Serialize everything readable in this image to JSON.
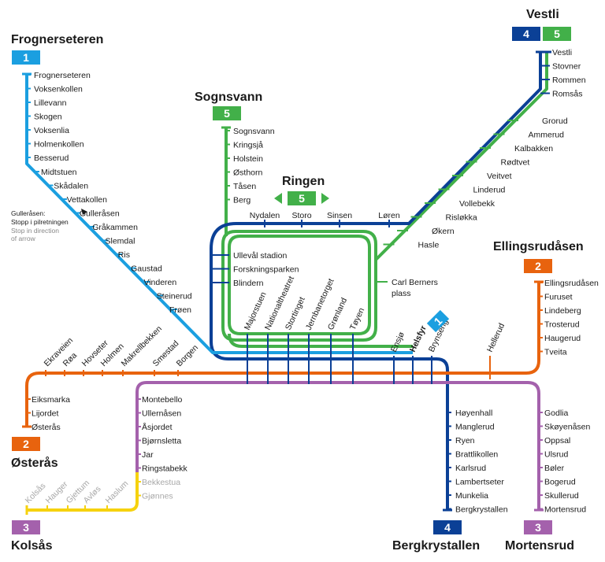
{
  "colors": {
    "line1": "#1b9fe0",
    "line2": "#e8630e",
    "line3": "#a461ac",
    "line4": "#0b4096",
    "line5": "#42b049",
    "line3_kolsas_branch": "#f6d20e",
    "disused_station_text": "#a8a8a8"
  },
  "terminals": {
    "frognerseteren": "Frognerseteren",
    "sognsvann": "Sognsvann",
    "ringen": "Ringen",
    "vestli": "Vestli",
    "ellingsrudasen": "Ellingsrudåsen",
    "osteras": "Østerås",
    "kolsas": "Kolsås",
    "bergkrystallen": "Bergkrystallen",
    "mortensrud": "Mortensrud"
  },
  "badges": {
    "frognerseteren": "1",
    "sognsvann": "5",
    "ringen": "5",
    "vestli_a": "4",
    "vestli_b": "5",
    "ellingsrudasen": "2",
    "osteras": "2",
    "kolsas": "3",
    "bergkrystallen": "4",
    "mortensrud": "3",
    "helsfyr": "1"
  },
  "ringen_arrows": {
    "left": "left-arrow-icon",
    "right": "right-arrow-icon"
  },
  "note": {
    "title": "Gulleråsen:",
    "line1": "Stopp i pilretningen",
    "line2": "Stop in direction",
    "line3": "of arrow"
  },
  "stations": {
    "line1": [
      "Frognerseteren",
      "Voksenkollen",
      "Lillevann",
      "Skogen",
      "Voksenlia",
      "Holmenkollen",
      "Besserud",
      "Midtstuen",
      "Skådalen",
      "Vettakollen",
      "Gulleråsen",
      "Gråkammen",
      "Slemdal",
      "Ris",
      "Gaustad",
      "Vinderen",
      "Steinerud",
      "Frøen"
    ],
    "line5_sognsvann": [
      "Sognsvann",
      "Kringsjå",
      "Holstein",
      "Østhorn",
      "Tåsen",
      "Berg"
    ],
    "ring_top": [
      "Nydalen",
      "Storo",
      "Sinsen",
      "Løren"
    ],
    "ring_left": [
      "Ullevål stadion",
      "Forskningsparken",
      "Blindern"
    ],
    "ring_right": "Carl Berners plass",
    "vestli": [
      "Vestli",
      "Stovner",
      "Rommen",
      "Romsås",
      "Grorud",
      "Ammerud",
      "Kalbakken",
      "Rødtvet",
      "Veitvet",
      "Linderud",
      "Vollebekk",
      "Risløkka",
      "Økern",
      "Hasle"
    ],
    "ellingsrud": [
      "Ellingsrudåsen",
      "Furuset",
      "Lindeberg",
      "Trosterud",
      "Haugerud",
      "Tveita"
    ],
    "osteras": [
      "Eiksmarka",
      "Lijordet",
      "Østerås"
    ],
    "trunk_west": [
      "Ekraveien",
      "Røa",
      "Hovseter",
      "Holmen",
      "Makrellbekken",
      "Smestad",
      "Borgen"
    ],
    "trunk_center": [
      "Majorstuen",
      "Nationaltheatret",
      "Stortinget",
      "Jernbanetorget",
      "Grønland",
      "Tøyen"
    ],
    "trunk_east": [
      "Ensjø",
      "Helsfyr",
      "Brynseng",
      "Hellerud"
    ],
    "kolsas_line3": [
      "Montebello",
      "Ullernåsen",
      "Åsjordet",
      "Bjørnsletta",
      "Jar",
      "Ringstabekk"
    ],
    "kolsas_disused": [
      "Bekkestua",
      "Gjønnes"
    ],
    "kolsas_branch": [
      "Kolsås",
      "Hauger",
      "Gjettum",
      "Avløs",
      "Haslum"
    ],
    "bergkrystallen": [
      "Høyenhall",
      "Manglerud",
      "Ryen",
      "Brattlikollen",
      "Karlsrud",
      "Lambertseter",
      "Munkelia",
      "Bergkrystallen"
    ],
    "mortensrud": [
      "Godlia",
      "Skøyenåsen",
      "Oppsal",
      "Ulsrud",
      "Bøler",
      "Bogerud",
      "Skullerud",
      "Mortensrud"
    ]
  }
}
